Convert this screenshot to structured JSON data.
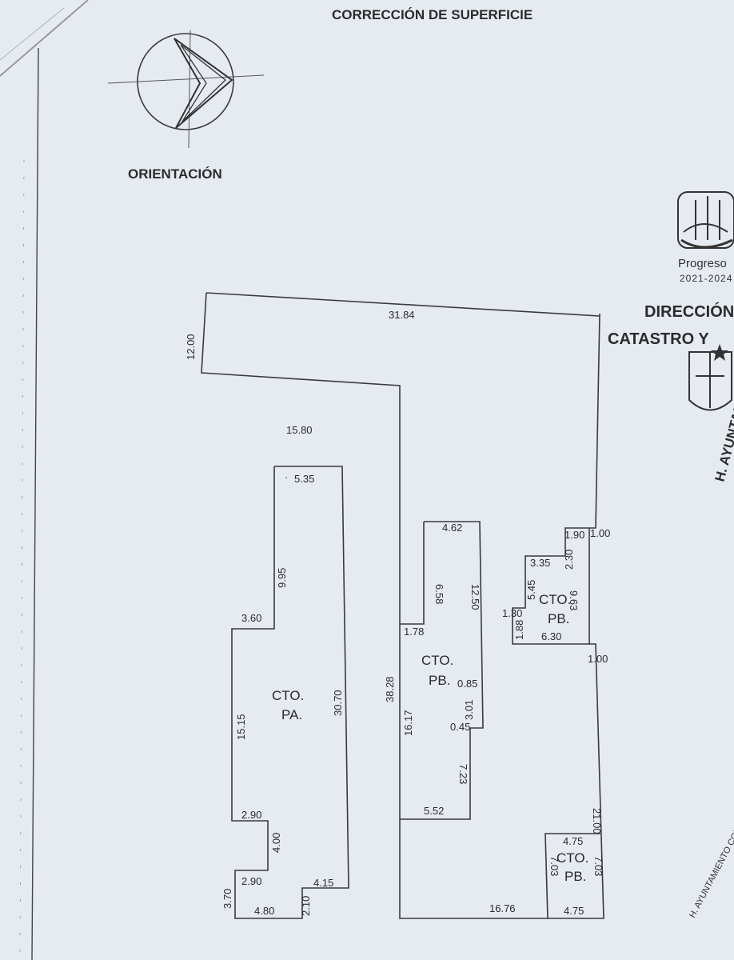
{
  "header": {
    "title": "CORRECCIÓN DE SUPERFICIE",
    "orientation_label": "ORIENTACIÓN"
  },
  "seal": {
    "town": "Progreso",
    "years": "2021-2024",
    "dept_line1": "DIRECCIÓN",
    "dept_line2": "CATASTRO Y",
    "side_text": "H. AYUNTAMIENTO",
    "footer_text": "H. AYUNTAMIENTO CONSTITUCIONAL"
  },
  "colors": {
    "paper": "#e6ebf2",
    "ink": "#2a2a2a",
    "line": "#3a3a3a"
  },
  "lot": {
    "top": "31.84",
    "left_wing": "12.00",
    "inner_top": "15.80",
    "middle_left": "38.28",
    "right_upper": "1.00",
    "right_step": "1.00",
    "right_lower": "21.00",
    "bottom": "16.76"
  },
  "room_pa": {
    "label1": "CTO.",
    "label2": "PA.",
    "top": "5.35",
    "d_9_95": "9.95",
    "d_3_60": "3.60",
    "d_15_15": "15.15",
    "right": "30.70",
    "d_2_90a": "2.90",
    "d_4_00": "4.00",
    "d_2_90b": "2.90",
    "d_3_70": "3.70",
    "d_4_80": "4.80",
    "d_2_10": "2.10",
    "d_4_15": "4.15"
  },
  "room_pb_center": {
    "label1": "CTO.",
    "label2": "PB.",
    "top": "4.62",
    "d_6_58": "6.58",
    "d_1_78": "1.78",
    "d_12_50": "12.50",
    "d_16_17": "16.17",
    "d_0_85": "0.85",
    "d_3_01": "3.01",
    "d_0_45": "0.45",
    "d_7_23": "7.23",
    "bottom": "5.52"
  },
  "room_pb_right": {
    "label1": "CTO.",
    "label2": "PB.",
    "d_1_90": "1.90",
    "d_2_30": "2.30",
    "d_3_35": "3.35",
    "d_5_45": "5.45",
    "d_9_63": "9.63",
    "d_1_30": "1.30",
    "d_1_88": "1.88",
    "d_6_30": "6.30"
  },
  "room_pb_small": {
    "label1": "CTO.",
    "label2": "PB.",
    "top": "4.75",
    "left": "7.03",
    "right": "7.03",
    "bottom": "4.75"
  }
}
